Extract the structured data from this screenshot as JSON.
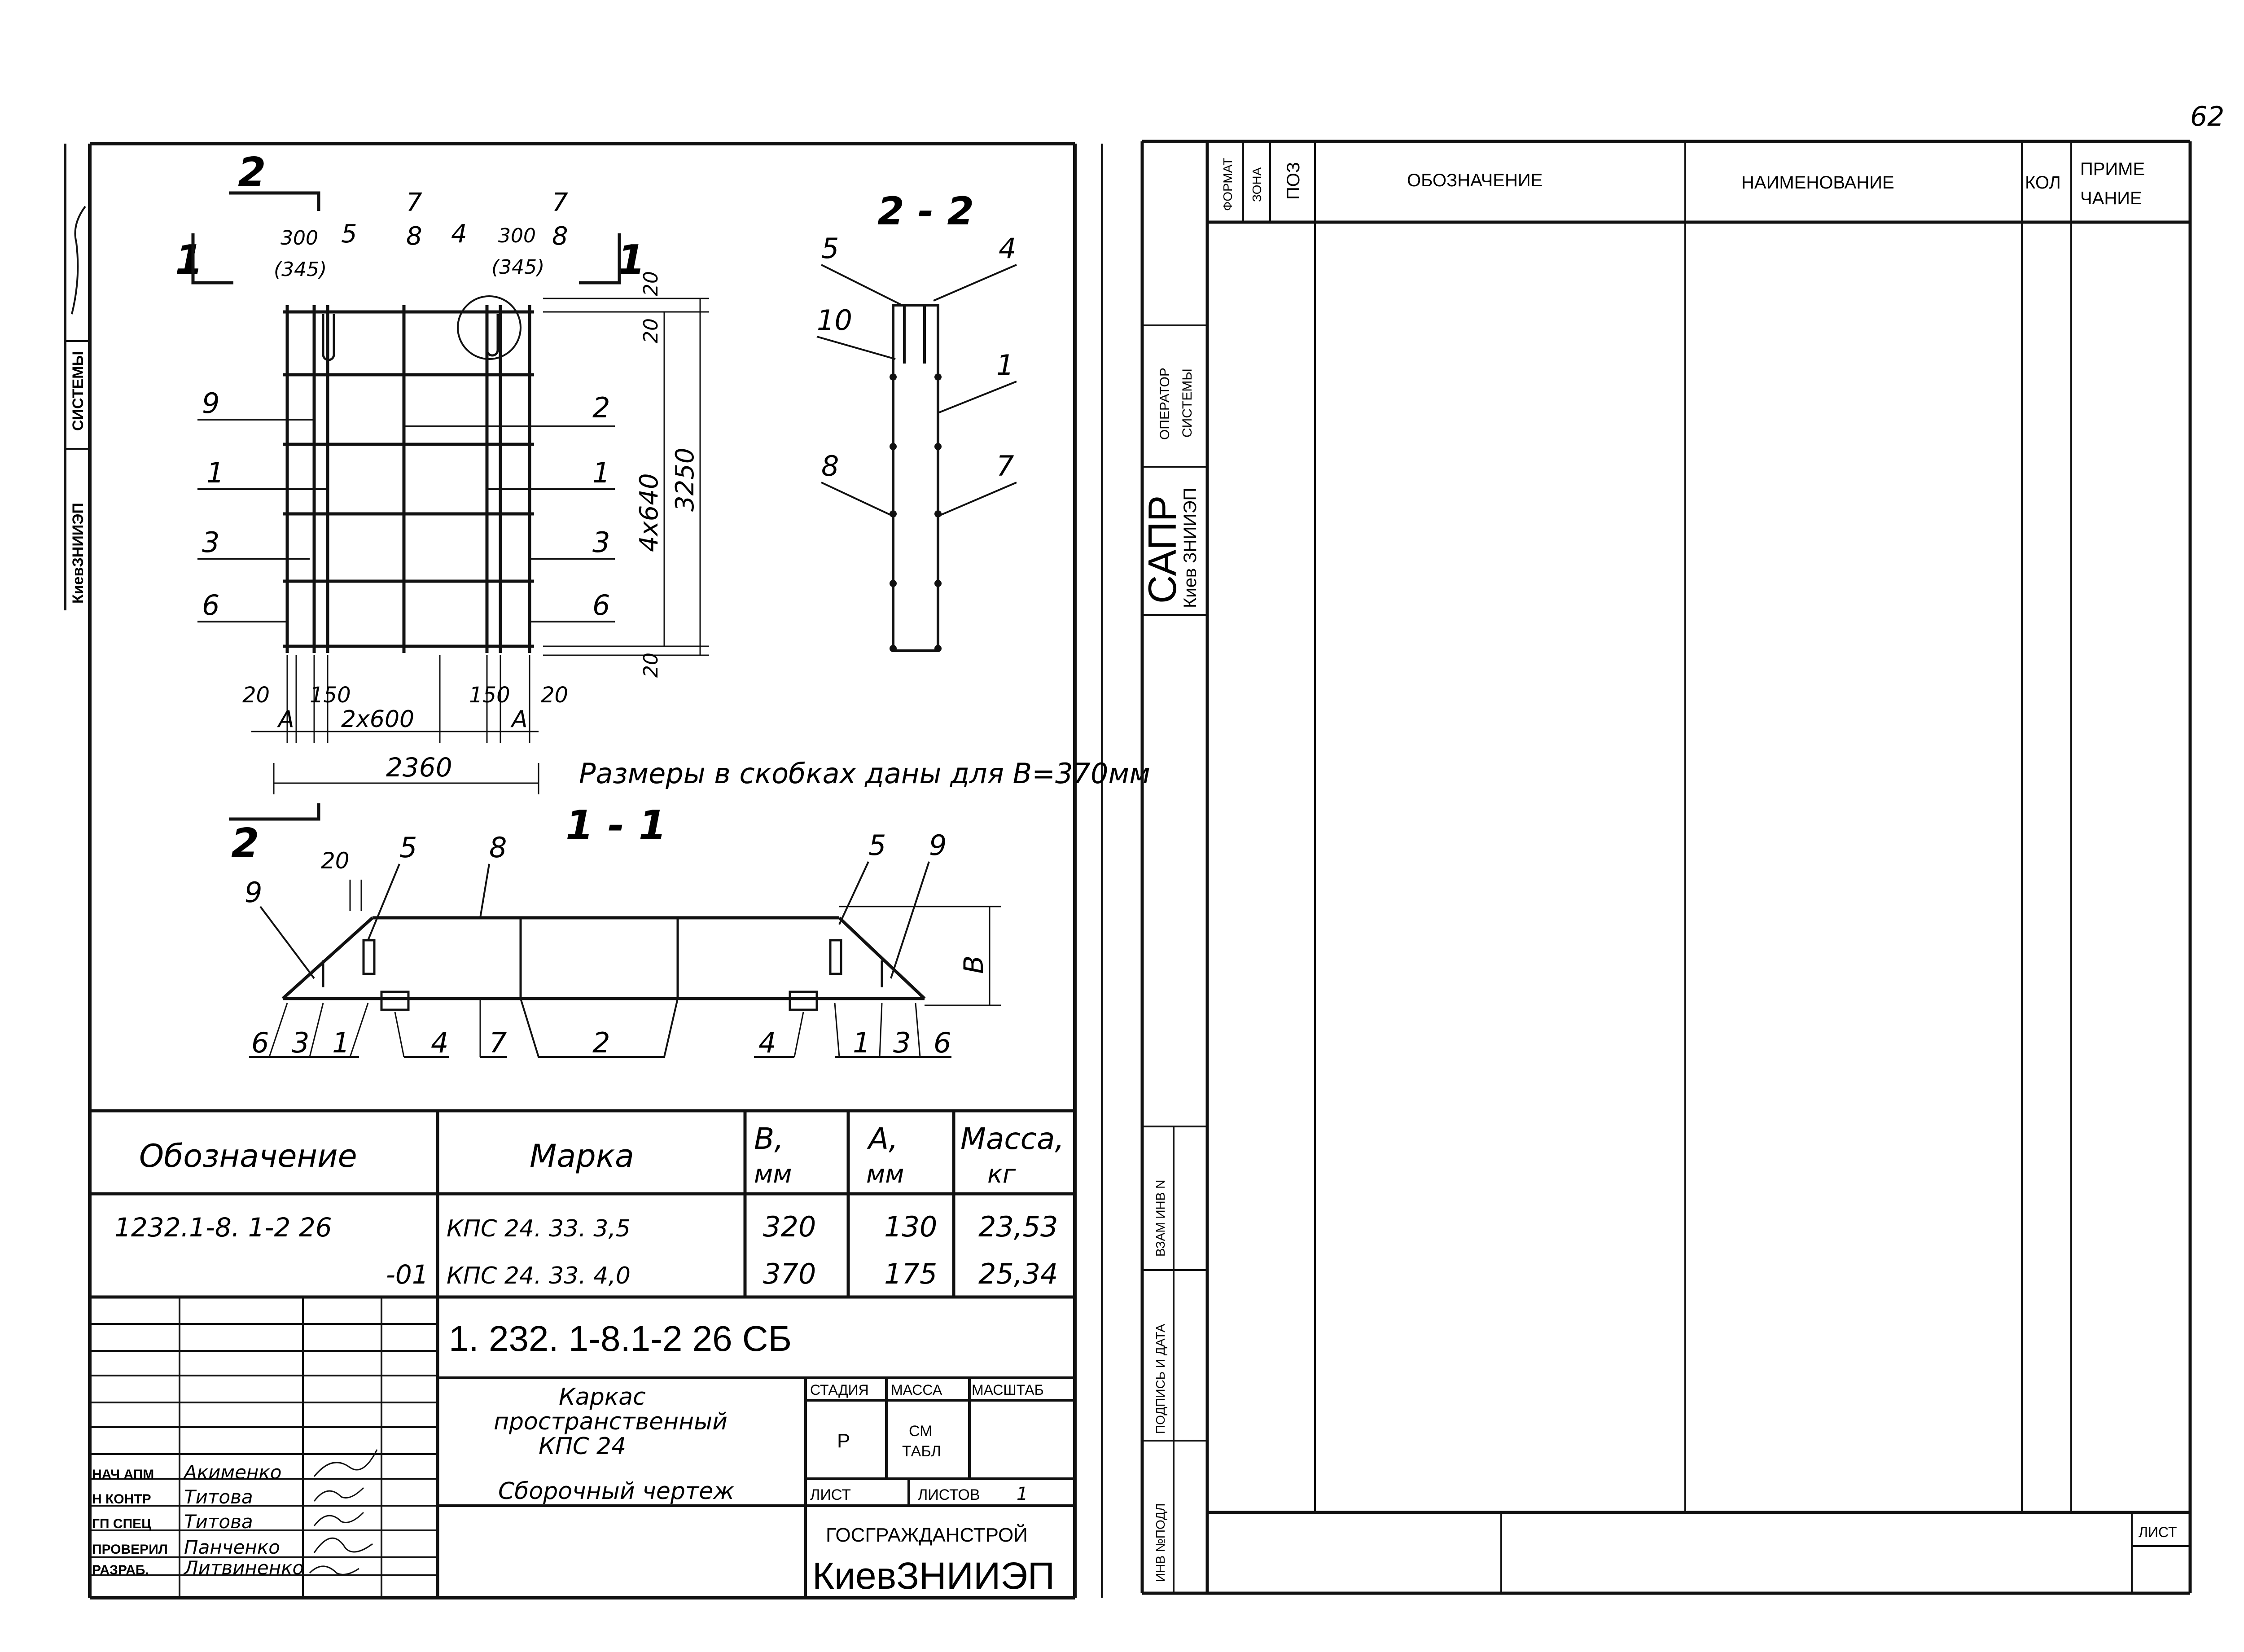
{
  "page_number": "62",
  "left_sheet": {
    "stamp_column": [
      "КиевЗНИИЭП",
      "СИСТЕМЫ"
    ],
    "plan": {
      "section_marks": {
        "cut_2": "2",
        "cut_1": "1"
      },
      "top_dims": {
        "d300": "300",
        "d345": "(345)"
      },
      "callouts_top": [
        "5",
        "7",
        "8",
        "4",
        "7",
        "8"
      ],
      "left_callouts": [
        "9",
        "1",
        "3",
        "6"
      ],
      "right_callouts": [
        "2",
        "1",
        "3",
        "6"
      ],
      "right_dims": {
        "d20a": "20",
        "d20b": "20",
        "d4x640": "4x640",
        "d3250": "3250",
        "d20c": "20"
      },
      "bottom_dims": {
        "d20l": "20",
        "d150l": "150",
        "d2x600": "2x600",
        "d150r": "150",
        "d20r": "20",
        "A_left": "A",
        "A_right": "A",
        "d2360": "2360"
      }
    },
    "note_brackets": "Размеры в скобках даны для В=370мм",
    "section_2_2": {
      "title": "2 - 2",
      "callouts": [
        "5",
        "4",
        "10",
        "1",
        "8",
        "7"
      ]
    },
    "section_1_1": {
      "title": "1 - 1",
      "top_callouts": [
        "9",
        "20",
        "5",
        "8",
        "5",
        "9"
      ],
      "dim_B": "В",
      "bottom_callouts": [
        "6",
        "3",
        "1",
        "4",
        "7",
        "2",
        "4",
        "1",
        "3",
        "6"
      ]
    },
    "spec_table": {
      "headers": [
        "Обозначение",
        "Марка",
        "В,\nмм",
        "А,\nмм",
        "Масса,\nкг"
      ],
      "header_b": [
        "В,",
        "мм"
      ],
      "header_a": [
        "А,",
        "мм"
      ],
      "header_m": [
        "Масса,",
        "кг"
      ],
      "rows": [
        {
          "designation": "1232.1-8. 1-2 26",
          "mark": "КПС 24. 33. 3,5",
          "b": "320",
          "a": "130",
          "mass": "23,53"
        },
        {
          "designation": "-01",
          "mark": "КПС 24. 33. 4,0",
          "b": "370",
          "a": "175",
          "mass": "25,34"
        }
      ]
    },
    "title_block": {
      "doc_code": "1. 232. 1-8.1-2  26 СБ",
      "name_line1": "Каркас",
      "name_line2": "пространственный",
      "name_line3": "КПС 24",
      "drawing_type": "Сборочный чертеж",
      "stage_label": "СТАДИЯ",
      "mass_label": "МАССА",
      "scale_label": "МАСШТАБ",
      "stage_value": "Р",
      "mass_value_1": "СМ",
      "mass_value_2": "ТАБЛ",
      "sheet_label": "ЛИСТ",
      "sheets_label": "ЛИСТОВ",
      "sheets_value": "1",
      "org_1": "ГОСГРАЖДАНСТРОЙ",
      "org_2": "КиевЗНИИЭП",
      "staff": [
        {
          "role": "НАЧ АПМ",
          "name": "Акименко"
        },
        {
          "role": "Н КОНТР",
          "name": "Титова"
        },
        {
          "role": "ГП СПЕЦ",
          "name": "Титова"
        },
        {
          "role": "ПРОВЕРИЛ",
          "name": "Панченко"
        },
        {
          "role": "РАЗРАБ.",
          "name": "Литвиненко"
        }
      ]
    }
  },
  "right_sheet": {
    "header": [
      "ФОРМАТ",
      "ЗОНА",
      "ПОЗ",
      "ОБОЗНАЧЕНИЕ",
      "НАИМЕНОВАНИЕ",
      "КОЛ",
      "ПРИМЕ",
      "ЧАНИЕ"
    ],
    "side_labels": {
      "operator": "ОПЕРАТОР",
      "system": "СИСТЕМЫ",
      "sapr": "САПР",
      "kiev": "Киев ЗНИИЭП",
      "vzam": "ВЗАМ ИНВ N",
      "podpis": "ПОДПИСЬ И ДАТА",
      "inv": "ИНВ №ПОДЛ"
    },
    "sheet_label": "ЛИСТ"
  }
}
